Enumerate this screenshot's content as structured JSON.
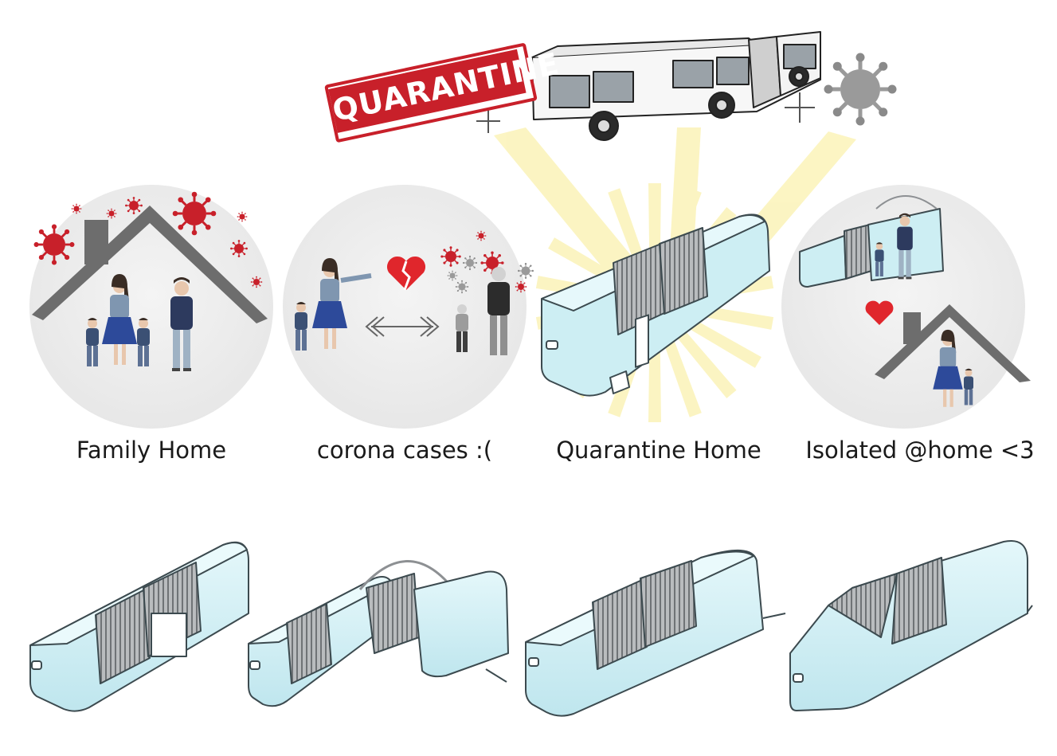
{
  "stamp": {
    "text": "QUARANTINE"
  },
  "panels": [
    {
      "caption": "Family Home"
    },
    {
      "caption": "corona cases :("
    },
    {
      "caption": "Quarantine Home"
    },
    {
      "caption": "Isolated @home <3"
    }
  ],
  "colors": {
    "module_fill": "#cdeef3",
    "module_stroke": "#3c4a4f",
    "accordion": "#8d9093",
    "circle_bg": "#eeeeee",
    "roof": "#6d6d6d",
    "virus_red": "#c8202a",
    "heart_red": "#e0262c",
    "glow": "#fbf3b8",
    "person_blue": "#2d4a78"
  },
  "icons": [
    "virus-icon",
    "broken-heart-icon",
    "heart-icon",
    "bidirectional-arrow-icon",
    "plus-icon",
    "bus-icon",
    "caravan-icon"
  ]
}
